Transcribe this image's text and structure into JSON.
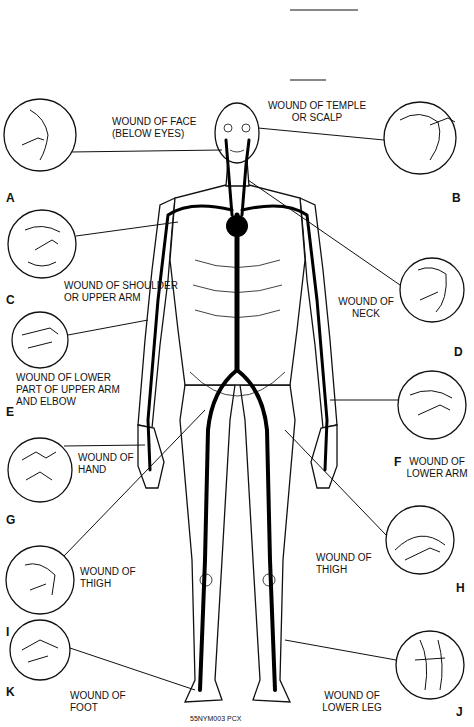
{
  "diagram": {
    "labels": [
      "WOUND OF FACE (BELOW EYES)",
      "A",
      "WOUND OF TEMPLE OR SCALP",
      "B",
      "WOUND OF SHOULDER OR UPPER ARM",
      "C",
      "WOUND OF NECK",
      "D",
      "WOUND OF LOWER PART OF UPPER ARM AND ELBOW",
      "E",
      "WOUND OF LOWER ARM",
      "F",
      "WOUND OF HAND",
      "G",
      "WOUND OF THIGH",
      "H",
      "WOUND OF THIGH",
      "I",
      "WOUND OF FOOT",
      "K",
      "WOUND OF LOWER LEG",
      "J",
      "55NYM003 PCX"
    ]
  }
}
